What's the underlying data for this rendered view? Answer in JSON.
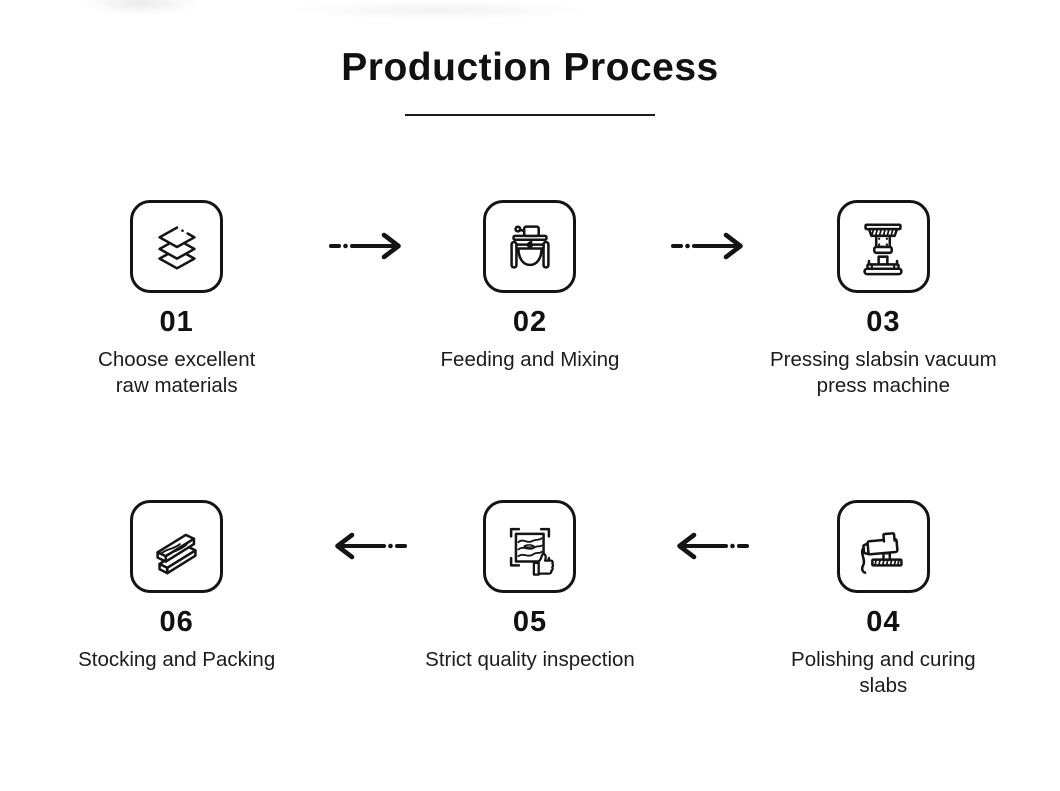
{
  "page": {
    "background": "#ffffff",
    "ink_color": "#141414",
    "text_color": "#1c1c1c"
  },
  "header": {
    "title": "Production Process"
  },
  "steps": [
    {
      "number": "01",
      "label": "Choose excellent\nraw materials",
      "icon": "layers-icon"
    },
    {
      "number": "02",
      "label": "Feeding and Mixing",
      "icon": "mixer-icon"
    },
    {
      "number": "03",
      "label": "Pressing slabsin vacuum\npress machine",
      "icon": "press-icon"
    },
    {
      "number": "04",
      "label": "Polishing and curing\nslabs",
      "icon": "polisher-icon"
    },
    {
      "number": "05",
      "label": "Strict quality inspection",
      "icon": "inspection-icon"
    },
    {
      "number": "06",
      "label": "Stocking and Packing",
      "icon": "packing-icon"
    }
  ],
  "arrows": {
    "top_row_direction": "right",
    "bottom_row_direction": "left",
    "style": "dash-dot then solid line with chevron head"
  }
}
